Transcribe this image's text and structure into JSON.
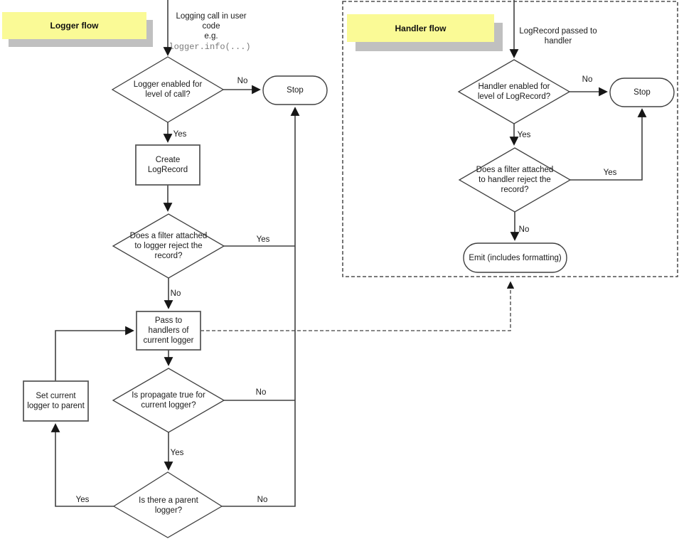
{
  "colors": {
    "note_fill": "#fafa96",
    "note_shadow": "#c0c0c0",
    "line_stroke": "#404040",
    "node_fill": "#ffffff",
    "text": "#1a1a1a",
    "code_text": "#7a7a7a"
  },
  "logger_flow": {
    "note_label": "Logger flow",
    "entry_text": "Logging call in user\ncode\ne.g.",
    "entry_code": "logger.info(...)",
    "nodes": {
      "level_check": "Logger enabled for\nlevel of call?",
      "stop": "Stop",
      "create_logrecord": "Create\nLogRecord",
      "filter_check": "Does a filter attached\nto logger reject the\nrecord?",
      "pass_to_handlers": "Pass to\nhandlers of\ncurrent logger",
      "propagate_check": "Is propagate true for\ncurrent logger?",
      "set_current_logger": "Set current\nlogger to parent",
      "parent_check": "Is there a parent\nlogger?"
    },
    "edge_labels": {
      "level_no": "No",
      "level_yes": "Yes",
      "filter_yes": "Yes",
      "filter_no": "No",
      "propagate_no": "No",
      "propagate_yes": "Yes",
      "parent_yes": "Yes",
      "parent_no": "No"
    }
  },
  "handler_flow": {
    "note_label": "Handler flow",
    "entry_text": "LogRecord passed to\nhandler",
    "nodes": {
      "level_check": "Handler enabled for\nlevel of LogRecord?",
      "stop": "Stop",
      "filter_check": "Does a filter attached\nto handler reject the\nrecord?",
      "emit": "Emit (includes formatting)"
    },
    "edge_labels": {
      "level_no": "No",
      "level_yes": "Yes",
      "filter_yes": "Yes",
      "filter_no": "No"
    }
  }
}
